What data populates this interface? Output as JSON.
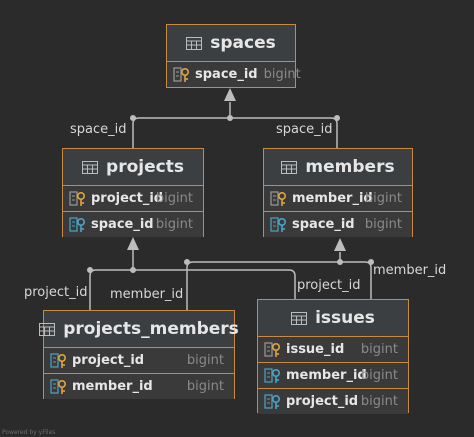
{
  "tables": {
    "spaces": {
      "title": "spaces",
      "columns": [
        {
          "name": "space_id",
          "type": "bigint",
          "key": "pk"
        }
      ]
    },
    "projects": {
      "title": "projects",
      "columns": [
        {
          "name": "project_id",
          "type": "bigint",
          "key": "pk"
        },
        {
          "name": "space_id",
          "type": "bigint",
          "key": "fk"
        }
      ]
    },
    "members": {
      "title": "members",
      "columns": [
        {
          "name": "member_id",
          "type": "bigint",
          "key": "pk"
        },
        {
          "name": "space_id",
          "type": "bigint",
          "key": "fk"
        }
      ]
    },
    "projects_members": {
      "title": "projects_members",
      "columns": [
        {
          "name": "project_id",
          "type": "bigint",
          "key": "pkfk"
        },
        {
          "name": "member_id",
          "type": "bigint",
          "key": "pkfk"
        }
      ]
    },
    "issues": {
      "title": "issues",
      "columns": [
        {
          "name": "issue_id",
          "type": "bigint",
          "key": "pk"
        },
        {
          "name": "member_id",
          "type": "bigint",
          "key": "fk"
        },
        {
          "name": "project_id",
          "type": "bigint",
          "key": "fk"
        }
      ]
    }
  },
  "edge_labels": {
    "projects_space": "space_id",
    "members_space": "space_id",
    "pm_project": "project_id",
    "pm_member": "member_id",
    "issues_project": "project_id",
    "issues_member": "member_id"
  },
  "footer": "Powered by yFiles",
  "colors": {
    "border": "#c88a43",
    "line": "#bdbdbd",
    "pk_key": "#e0a43c",
    "fk_key": "#4aa3c7"
  }
}
